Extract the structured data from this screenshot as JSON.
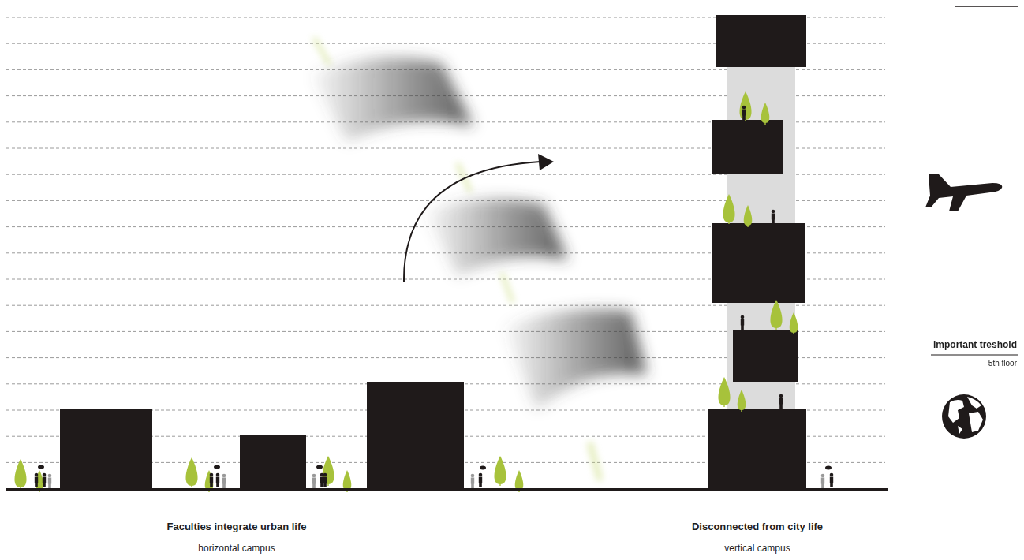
{
  "diagram": {
    "labels": [
      "Faculties integrate urban life",
      "horizontal campus",
      "Disconnected from city life",
      "vertical campus",
      "important treshold",
      "5th floor"
    ]
  }
}
